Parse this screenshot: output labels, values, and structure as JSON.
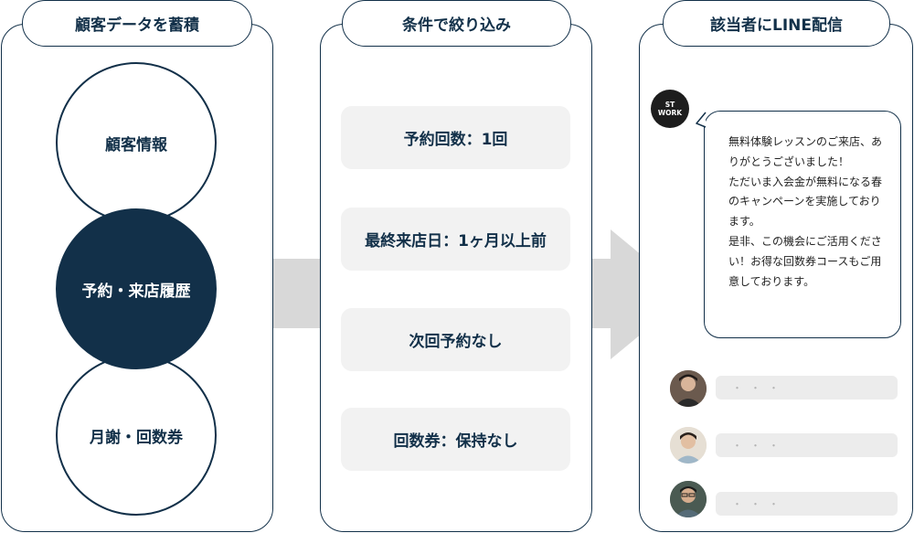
{
  "panels": {
    "left": {
      "title": "顧客データを蓄積",
      "circles": [
        "顧客情報",
        "予約・来店履歴",
        "月謝・回数券"
      ]
    },
    "middle": {
      "title": "条件で絞り込み",
      "conditions": [
        "予約回数：1回",
        "最終来店日：1ヶ月以上前",
        "次回予約なし",
        "回数券：保持なし"
      ]
    },
    "right": {
      "title": "該当者にLINE配信",
      "logo_line1": "ST",
      "logo_line2": "WORK",
      "message": "無料体験レッスンのご来店、ありがとうございました！\nただいま入会金が無料になる春のキャンペーンを実施しております。\n是非、この機会にご活用ください！お得な回数券コースもご用意しております。",
      "reply_placeholders": [
        "・・・",
        "・・・",
        "・・・"
      ]
    }
  },
  "colors": {
    "navy": "#123049",
    "connector_gray": "#d8d8d8",
    "condition_bg": "#f2f2f2"
  }
}
